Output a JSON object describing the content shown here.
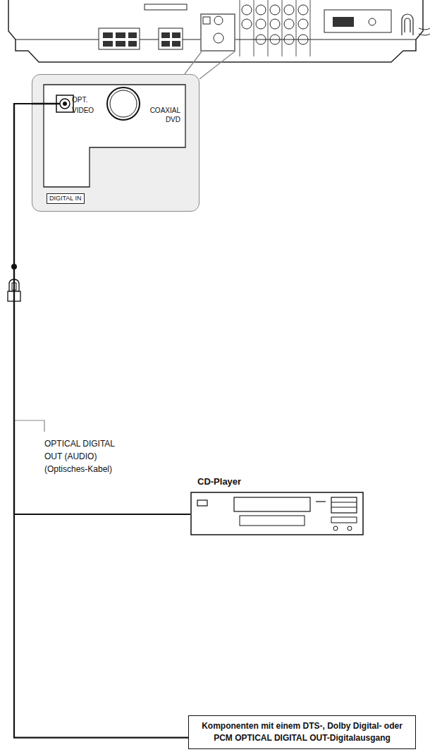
{
  "diagram": {
    "nodes": [
      {
        "text": [
          "OPT. VIDEO",
          "COAXIAL DVD"
        ]
      },
      {
        "text": [
          "DIGITAL IN"
        ],
        "in": 0
      },
      {
        "text": [
          "CD-Player"
        ]
      },
      {
        "text": [
          "Komponenten mit einem DTS-, Dolby Digital- oder PCM OPTICAL DIGITAL OUT-Digitalausgang"
        ]
      }
    ],
    "edges": [
      {
        "from": 0,
        "to": 2,
        "arrow": "none"
      },
      {
        "from": 0,
        "to": 3,
        "arrow": "none"
      }
    ],
    "labels": [
      "OPTICAL DIGITAL OUT (AUDIO) (Optisches-Kabel)"
    ]
  }
}
